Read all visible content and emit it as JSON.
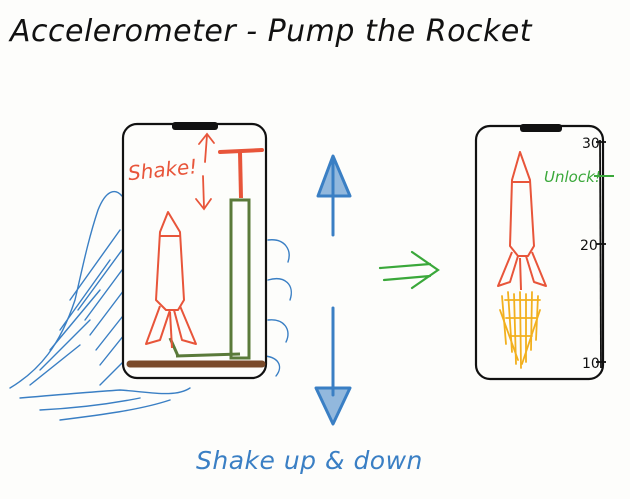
{
  "title": "Accelerometer - Pump the Rocket",
  "caption": "Shake up & down",
  "left_phone": {
    "label": "Shake!"
  },
  "right_phone": {
    "unlock_label": "Unlock!",
    "scale_ticks": [
      "30",
      "20",
      "10"
    ]
  },
  "colors": {
    "ink": "#111111",
    "rocket": "#e8553a",
    "pump_handle": "#e8553a",
    "pump_tube": "#5a7a3a",
    "ground": "#7a4a2a",
    "hand": "#3a7fc4",
    "arrows": "#3a7fc4",
    "transition_arrow": "#3aa83a",
    "flame": "#f2b01e",
    "unlock": "#3aa83a"
  }
}
